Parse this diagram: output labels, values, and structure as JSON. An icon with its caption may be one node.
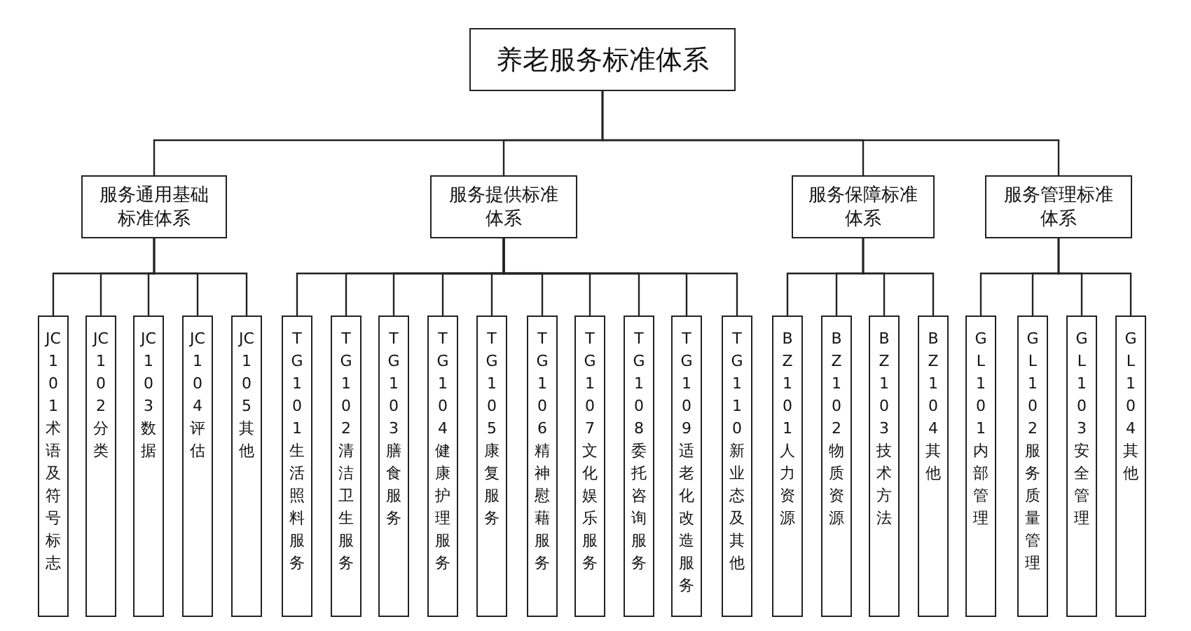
{
  "diagram": {
    "nodes": [
      {
        "text": [
          "养老服务标准体系"
        ]
      },
      {
        "text": [
          "服务通用基础标准体系"
        ]
      },
      {
        "text": [
          "服务提供标准体系"
        ]
      },
      {
        "text": [
          "服务保障标准体系"
        ]
      },
      {
        "text": [
          "服务管理标准体系"
        ]
      },
      {
        "text": [
          "JC101术语及符号标志"
        ]
      },
      {
        "text": [
          "JC102分类"
        ]
      },
      {
        "text": [
          "JC103数据"
        ]
      },
      {
        "text": [
          "JC104评估"
        ]
      },
      {
        "text": [
          "JC105其他"
        ]
      },
      {
        "text": [
          "TG101生活照料服务"
        ]
      },
      {
        "text": [
          "TG102清洁卫生服务"
        ]
      },
      {
        "text": [
          "TG103膳食服务"
        ]
      },
      {
        "text": [
          "TG104健康护理服务"
        ]
      },
      {
        "text": [
          "TG105康复服务"
        ]
      },
      {
        "text": [
          "TG106精神慰藉服务"
        ]
      },
      {
        "text": [
          "TG107文化娱乐服务"
        ]
      },
      {
        "text": [
          "TG108委托咨询服务"
        ]
      },
      {
        "text": [
          "TG109适老化改造服务"
        ]
      },
      {
        "text": [
          "TG110新业态及其他"
        ]
      },
      {
        "text": [
          "BZ101人力资源"
        ]
      },
      {
        "text": [
          "BZ102物质资源"
        ]
      },
      {
        "text": [
          "BZ103技术方法"
        ]
      },
      {
        "text": [
          "BZ104其他"
        ]
      },
      {
        "text": [
          "GL101内部管理"
        ]
      },
      {
        "text": [
          "GL102服务质量管理"
        ]
      },
      {
        "text": [
          "GL103安全管理"
        ]
      },
      {
        "text": [
          "GL104其他"
        ]
      }
    ],
    "edges": [
      {
        "from": 0,
        "to": 1,
        "arrow": "none"
      },
      {
        "from": 0,
        "to": 2,
        "arrow": "none"
      },
      {
        "from": 0,
        "to": 3,
        "arrow": "none"
      },
      {
        "from": 0,
        "to": 4,
        "arrow": "none"
      },
      {
        "from": 1,
        "to": 5,
        "arrow": "none"
      },
      {
        "from": 1,
        "to": 6,
        "arrow": "none"
      },
      {
        "from": 1,
        "to": 7,
        "arrow": "none"
      },
      {
        "from": 1,
        "to": 8,
        "arrow": "none"
      },
      {
        "from": 1,
        "to": 9,
        "arrow": "none"
      },
      {
        "from": 2,
        "to": 10,
        "arrow": "none"
      },
      {
        "from": 2,
        "to": 11,
        "arrow": "none"
      },
      {
        "from": 2,
        "to": 12,
        "arrow": "none"
      },
      {
        "from": 2,
        "to": 13,
        "arrow": "none"
      },
      {
        "from": 2,
        "to": 14,
        "arrow": "none"
      },
      {
        "from": 2,
        "to": 15,
        "arrow": "none"
      },
      {
        "from": 2,
        "to": 16,
        "arrow": "none"
      },
      {
        "from": 2,
        "to": 17,
        "arrow": "none"
      },
      {
        "from": 2,
        "to": 18,
        "arrow": "none"
      },
      {
        "from": 2,
        "to": 19,
        "arrow": "none"
      },
      {
        "from": 3,
        "to": 20,
        "arrow": "none"
      },
      {
        "from": 3,
        "to": 21,
        "arrow": "none"
      },
      {
        "from": 3,
        "to": 22,
        "arrow": "none"
      },
      {
        "from": 3,
        "to": 23,
        "arrow": "none"
      },
      {
        "from": 4,
        "to": 24,
        "arrow": "none"
      },
      {
        "from": 4,
        "to": 25,
        "arrow": "none"
      },
      {
        "from": 4,
        "to": 26,
        "arrow": "none"
      },
      {
        "from": 4,
        "to": 27,
        "arrow": "none"
      }
    ]
  }
}
